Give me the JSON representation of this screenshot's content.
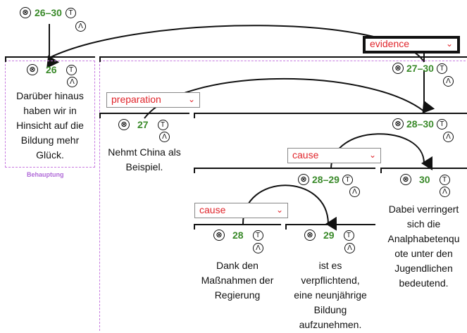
{
  "nodes": {
    "n2630": {
      "range": "26–30"
    },
    "n26": {
      "id": "26",
      "text": [
        "Darüber hinaus",
        "haben wir in",
        "Hinsicht auf die",
        "Bildung mehr",
        "Glück."
      ],
      "role_label": "Behauptung"
    },
    "n2730": {
      "range": "27–30"
    },
    "n27": {
      "id": "27",
      "text": [
        "Nehmt China als",
        "Beispiel."
      ]
    },
    "n2830": {
      "range": "28–30"
    },
    "n2829": {
      "range": "28–29"
    },
    "n28": {
      "id": "28",
      "text": [
        "Dank den",
        "Maßnahmen der",
        "Regierung"
      ]
    },
    "n29": {
      "id": "29",
      "text": [
        "ist es",
        "verpflichtend,",
        "eine neunjährige",
        "Bildung",
        "aufzunehmen."
      ]
    },
    "n30": {
      "id": "30",
      "text": [
        "Dabei verringert",
        "sich die",
        "Analphabetenqu",
        "ote unter den",
        "Jugendlichen",
        "bedeutend."
      ]
    }
  },
  "relations": {
    "evidence": {
      "label": "evidence"
    },
    "preparation": {
      "label": "preparation"
    },
    "cause1": {
      "label": "cause"
    },
    "cause2": {
      "label": "cause"
    }
  },
  "icons": {
    "x": "⊗",
    "t": "T",
    "a": "Λ",
    "chev": "⌄"
  },
  "colors": {
    "number": "#3a8a2a",
    "relation": "#e0252b",
    "dashed": "#c77be0"
  }
}
